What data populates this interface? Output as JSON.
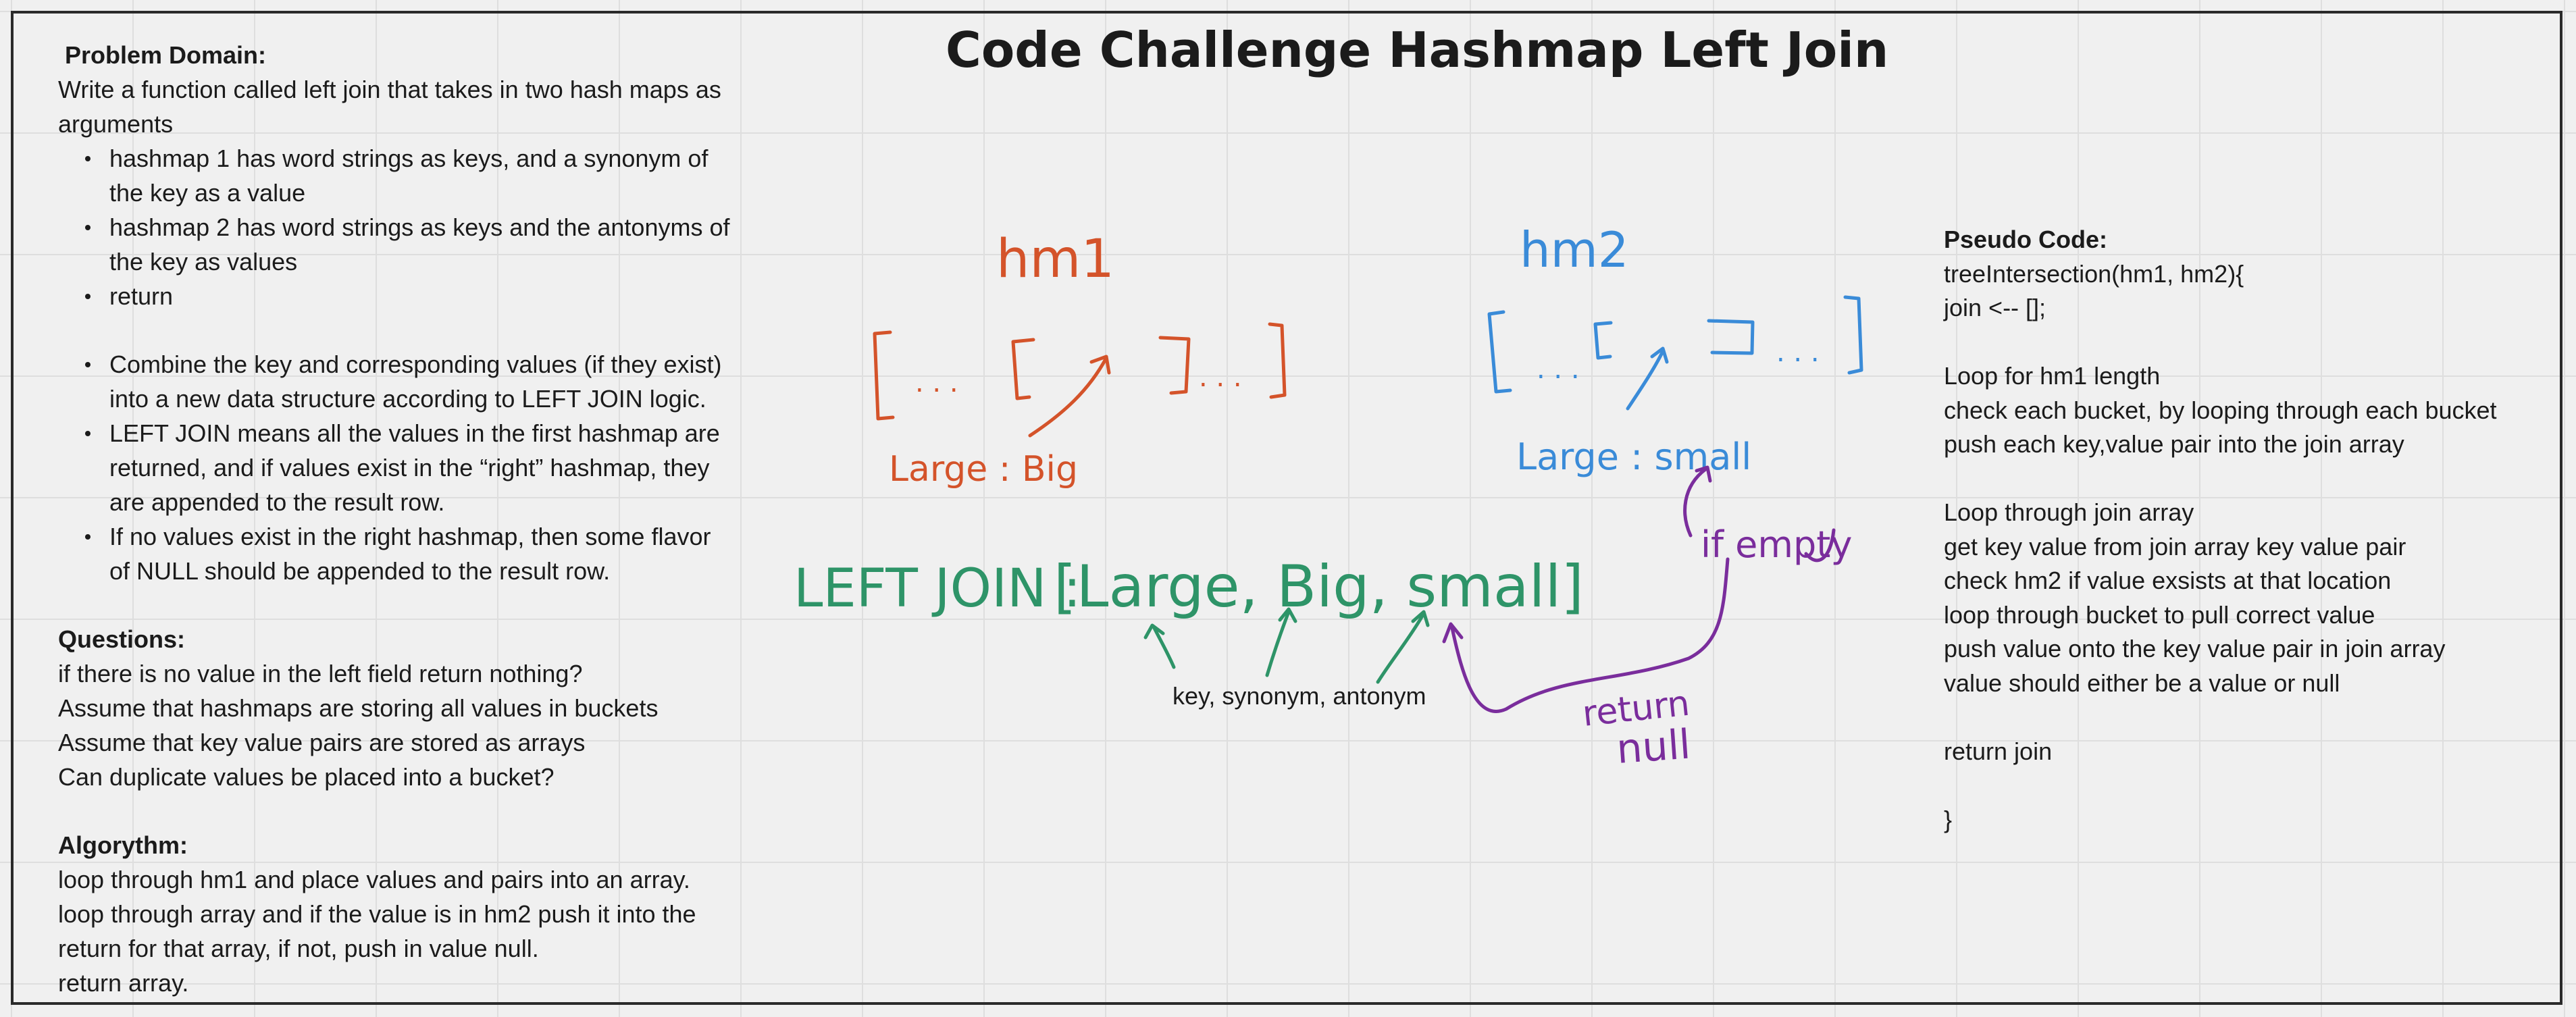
{
  "title": "Code Challenge Hashmap Left Join",
  "problem_domain": {
    "heading": "Problem Domain:",
    "intro_lines": [
      "Write a function called left join that takes in two hash maps as",
      "arguments"
    ],
    "bullets_1": [
      [
        "hashmap 1 has word strings as keys, and a synonym of",
        "the key as a value"
      ],
      [
        "hashmap 2 has word strings as keys and the antonyms of",
        "the key as values"
      ],
      [
        "return"
      ]
    ],
    "bullets_2": [
      [
        "Combine the key and corresponding values (if they exist)",
        "into a new data structure according to LEFT JOIN logic."
      ],
      [
        "LEFT JOIN means all the values in the first hashmap are",
        "returned, and if values exist in the “right” hashmap, they",
        "are appended to the result row."
      ],
      [
        "If no values exist in the right hashmap, then some flavor",
        "of NULL should be appended to the result row."
      ]
    ]
  },
  "questions": {
    "heading": "Questions:",
    "lines": [
      "if there is no value in the left field return nothing?",
      "Assume that hashmaps are storing all values in buckets",
      "Assume that key value pairs are stored as arrays",
      "Can duplicate values be placed into a bucket?"
    ]
  },
  "algorithm": {
    "heading": "Algorythm:",
    "lines": [
      "loop through hm1 and place values and pairs into an array.",
      "loop through array and if the value is in hm2 push it into the",
      "return for that array, if not, push in value null.",
      "return array."
    ]
  },
  "pseudo_code": {
    "heading": "Pseudo Code:",
    "lines": [
      "treeIntersection(hm1, hm2){",
      "join <-- [];",
      "",
      "Loop for hm1 length",
      "check each bucket, by looping through each bucket",
      "push each key,value pair into the join array",
      "",
      "Loop through join array",
      "get key value from join array key value pair",
      "check hm2 if value exsists at that location",
      "loop through bucket to pull correct value",
      "push value onto the key value pair in join array",
      "value should either be a value or null",
      "",
      "return join",
      "",
      "}"
    ]
  },
  "diagram_note": "key, synonym, antonym",
  "sketch": {
    "colors": {
      "hm1": "#d4532a",
      "hm2": "#3a8bd8",
      "left_join": "#2e9468",
      "null_branch": "#7a2d9c"
    },
    "hm1_label": "hm1",
    "hm1_bucket_dots": ". . .",
    "hm1_entry": "Large : Big",
    "hm2_label": "hm2",
    "hm2_bucket_dots": ". . .",
    "hm2_entry": "Large : small",
    "left_join_label": "LEFT JOIN :",
    "left_join_result": "[Large, Big, small]",
    "if_empty": "if empty",
    "return_null_1": "return",
    "return_null_2": "null"
  }
}
